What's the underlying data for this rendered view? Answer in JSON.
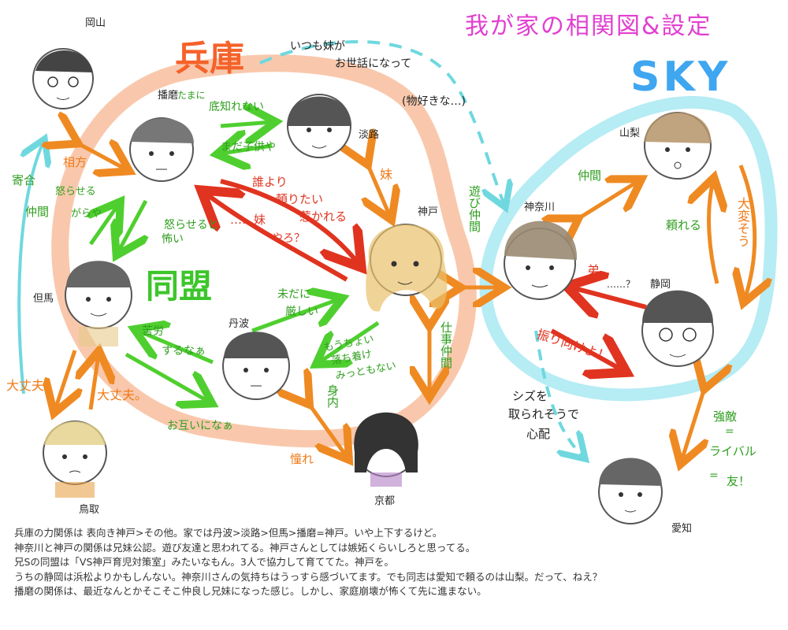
{
  "title": "我が家の相関図&設定",
  "regions": {
    "hyogo": "兵庫",
    "sky": "SKY",
    "doumei": "同盟"
  },
  "characters": {
    "okayama": "岡山",
    "harima": "播磨",
    "awaji": "淡路",
    "kobe": "神戸",
    "tajima": "但馬",
    "tanba": "丹波",
    "tottori": "鳥取",
    "kyoto": "京都",
    "kanagawa": "神奈川",
    "yamanashi": "山梨",
    "shizuoka": "静岡",
    "aichi": "愛知"
  },
  "labels": {
    "l1": "いつも妹が",
    "l2": "お世話になって",
    "l3": "(物好きな…)",
    "l4": "たまに",
    "l5": "底知れない",
    "l6": "まだ子供や",
    "l7": "相方",
    "l8": "寄合",
    "l9": "仲間",
    "l10": "怒らせる",
    "l11": "がらや",
    "l12": "怒らせると",
    "l13": "怖い",
    "l14": "誰より",
    "l15": "頼りたい",
    "l16": "惹かれる",
    "l17": "……妹",
    "l18": "やろ？",
    "l19": "妹",
    "l20": "遊び仲間",
    "l21": "仲間",
    "l22": "頼れる",
    "l23": "大変そう",
    "l24": "弟",
    "l25": "……？",
    "l26": "振り向けよ！",
    "l27": "未だに",
    "l28": "厳しい",
    "l29": "苦労",
    "l30": "するなぁ",
    "l31": "もうちょい",
    "l32": "落ち着け",
    "l33": "みっともない",
    "l34": "仕事仲間",
    "l35": "お互いになぁ",
    "l36": "身内",
    "l37": "憧れ",
    "l38": "大丈夫",
    "l39": "大丈夫。",
    "l40": "シズを",
    "l41": "取られそうで",
    "l42": "心配",
    "l43": "強敵",
    "l44": "=",
    "l45": "ライバル",
    "l46": "=",
    "l47": "友！"
  },
  "notes": [
    "兵庫の力関係は 表向き神戸>その他。家では丹波>淡路>但馬>播磨=神戸。いや上下するけど。",
    "神奈川と神戸の関係は兄妹公認。遊び友達と思われてる。神戸さんとしては嫉妬くらいしろと思ってる。",
    "兄Sの同盟は「VS神戸育児対策室」みたいなもん。3人で協力して育ててた。神戸を。",
    "うちの静岡は浜松よりかもしんない。神奈川さんの気持ちはうっすら感づいてます。でも同志は愛知で頼るのは山梨。だって、ねえ？",
    "播磨の関係は、最近なんとかそこそこ仲良し兄妹になった感じ。しかし、家庭崩壊が怖くて先に進まない。"
  ],
  "colors": {
    "title": "#e23fd1",
    "hyogo": "#f5622a",
    "sky": "#3fa6f0",
    "green": "#3cc62a",
    "orange": "#ef8a22",
    "red": "#e03420",
    "cyan": "#7fe0e6"
  }
}
